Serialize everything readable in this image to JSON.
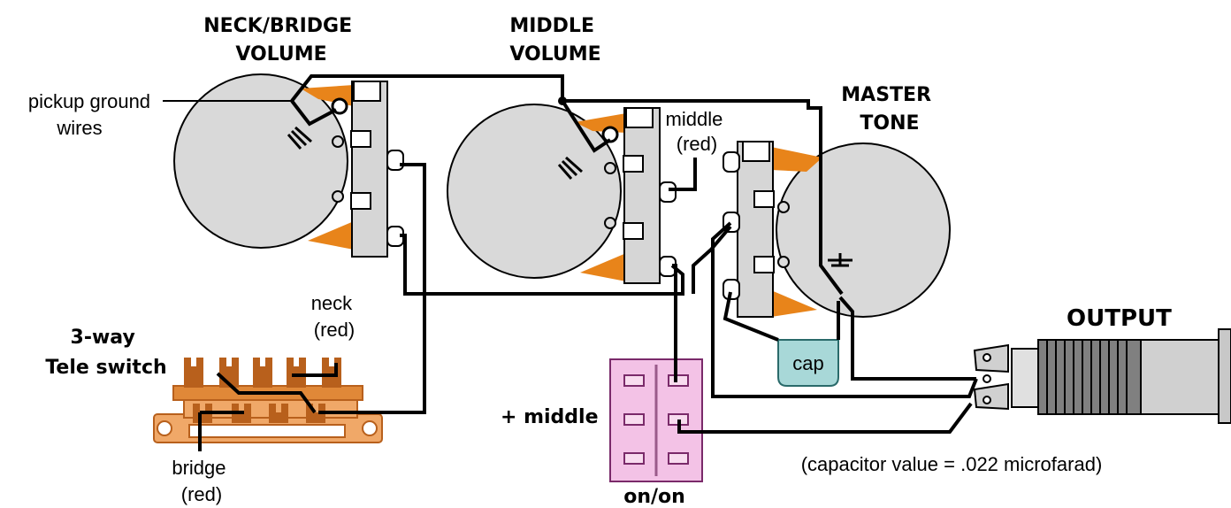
{
  "labels": {
    "neck_bridge_volume": [
      "NECK/BRIDGE",
      "VOLUME"
    ],
    "middle_volume": [
      "MIDDLE",
      "VOLUME"
    ],
    "master_tone": [
      "MASTER",
      "TONE"
    ],
    "output": "OUTPUT",
    "pickup_ground_wires": [
      "pickup ground",
      "wires"
    ],
    "middle_red": [
      "middle",
      "(red)"
    ],
    "neck_red": [
      "neck",
      "(red)"
    ],
    "bridge_red": [
      "bridge",
      "(red)"
    ],
    "tele_switch": [
      "3-way",
      "Tele switch"
    ],
    "plus_middle": "+ middle",
    "on_on": "on/on",
    "cap": "cap",
    "capacitor_note": "(capacitor value = .022 microfarad)"
  },
  "colors": {
    "pot": "#d9d9d9",
    "lug_orange": "#e8841a",
    "switch_orange": "#f0a868",
    "switch_brown": "#b8601c",
    "minitoggle_pink": "#f3c2e6",
    "cap_teal": "#a8d8d8",
    "wire": "#000000"
  }
}
